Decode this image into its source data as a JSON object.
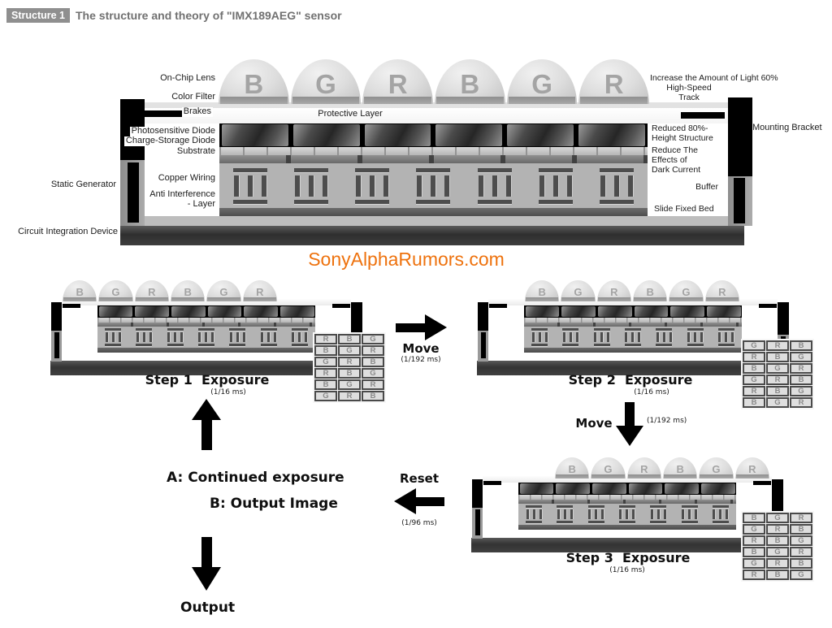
{
  "title": {
    "badge": "Structure 1",
    "text": "The structure and theory of \"IMX189AEG\" sensor"
  },
  "watermark": "SonyAlphaRumors.com",
  "colors": {
    "watermark_orange": "#ee720e",
    "badge_gray": "#8f8f8f",
    "diagram_black": "#000000"
  },
  "main": {
    "lens_letters": [
      "B",
      "G",
      "R",
      "B",
      "G",
      "R"
    ],
    "labels": {
      "on_chip_lens": "On-Chip Lens",
      "color_filter": "Color Filter",
      "brakes": "Brakes",
      "protective_layer": "Protective Layer",
      "photosensitive_diode": "Photosensitive Diode",
      "charge_storage_diode": "Charge-Storage Diode",
      "substrate": "Substrate",
      "copper_wiring": "Copper Wiring",
      "anti_interference_line1": "Anti Interference",
      "anti_interference_line2": "- Layer",
      "static_generator": "Static Generator",
      "circuit_integration_device": "Circuit Integration Device",
      "increase_light": "Increase the Amount of Light 60%",
      "high_speed": "High-Speed",
      "track": "Track",
      "mounting_bracket": "Mounting Bracket",
      "reduced_line1": "Reduced 80%-",
      "reduced_line2": "Height Structure",
      "dark_line1": "Reduce The",
      "dark_line2": "Effects of",
      "dark_line3": "Dark Current",
      "buffer": "Buffer",
      "slide_fixed_bed": "Slide Fixed Bed"
    }
  },
  "steps": [
    {
      "label": "Step 1  Exposure",
      "time": "(1/16 ms)",
      "lens_letters": [
        "B",
        "G",
        "R",
        "B",
        "G",
        "R"
      ],
      "grid": [
        [
          "R",
          "B",
          "G"
        ],
        [
          "B",
          "G",
          "R"
        ],
        [
          "G",
          "R",
          "B"
        ],
        [
          "R",
          "B",
          "G"
        ],
        [
          "B",
          "G",
          "R"
        ],
        [
          "G",
          "R",
          "B"
        ]
      ]
    },
    {
      "label": "Step 2  Exposure",
      "time": "(1/16 ms)",
      "lens_letters": [
        "B",
        "G",
        "R",
        "B",
        "G",
        "R"
      ],
      "grid": [
        [
          "G",
          "R",
          "B"
        ],
        [
          "R",
          "B",
          "G"
        ],
        [
          "B",
          "G",
          "R"
        ],
        [
          "G",
          "R",
          "B"
        ],
        [
          "R",
          "B",
          "G"
        ],
        [
          "B",
          "G",
          "R"
        ]
      ]
    },
    {
      "label": "Step 3  Exposure",
      "time": "(1/16 ms)",
      "lens_letters": [
        "B",
        "G",
        "R",
        "B",
        "G",
        "R"
      ],
      "grid": [
        [
          "B",
          "G",
          "R"
        ],
        [
          "G",
          "R",
          "B"
        ],
        [
          "R",
          "B",
          "G"
        ],
        [
          "B",
          "G",
          "R"
        ],
        [
          "G",
          "R",
          "B"
        ],
        [
          "R",
          "B",
          "G"
        ]
      ]
    }
  ],
  "arrows": {
    "move_right": {
      "label": "Move",
      "time": "(1/192 ms)"
    },
    "move_down": {
      "label": "Move",
      "time": "(1/192 ms)"
    },
    "reset": {
      "label": "Reset",
      "time": "(1/96 ms)"
    }
  },
  "flow": {
    "continued": "A: Continued exposure",
    "output_image": "B: Output Image",
    "output": "Output"
  }
}
